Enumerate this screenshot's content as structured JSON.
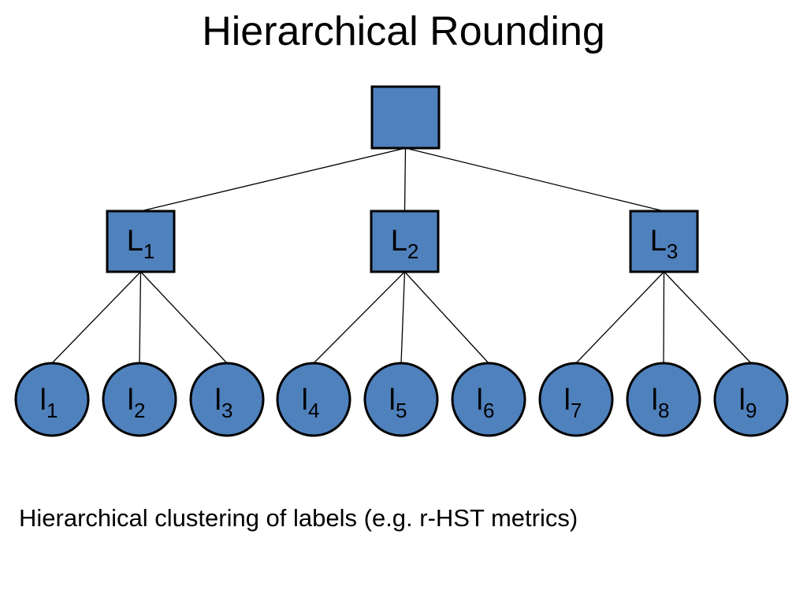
{
  "title": "Hierarchical Rounding",
  "caption": "Hierarchical clustering of labels (e.g. r-HST metrics)",
  "colors": {
    "node_fill": "#4f81bd",
    "node_stroke": "#000000",
    "edge": "#000000"
  },
  "tree": {
    "root": {
      "label": ""
    },
    "clusters": [
      {
        "label": "L",
        "sub": "1",
        "children": [
          {
            "label": "l",
            "sub": "1"
          },
          {
            "label": "l",
            "sub": "2"
          },
          {
            "label": "l",
            "sub": "3"
          }
        ]
      },
      {
        "label": "L",
        "sub": "2",
        "children": [
          {
            "label": "l",
            "sub": "4"
          },
          {
            "label": "l",
            "sub": "5"
          },
          {
            "label": "l",
            "sub": "6"
          }
        ]
      },
      {
        "label": "L",
        "sub": "3",
        "children": [
          {
            "label": "l",
            "sub": "7"
          },
          {
            "label": "l",
            "sub": "8"
          },
          {
            "label": "l",
            "sub": "9"
          }
        ]
      }
    ]
  }
}
